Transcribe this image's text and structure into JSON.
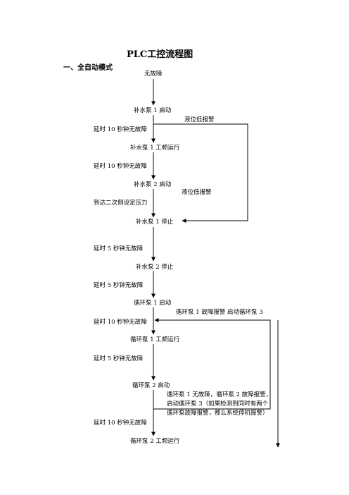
{
  "title": "PLC工控流程图",
  "section": "一、全自动模式",
  "steps": {
    "s1": "无故障",
    "s2": "补水泵 1 启动",
    "s3": "补水泵 1 工频运行",
    "s4": "补水泵 2 启动",
    "s5": "补水泵 1 停止",
    "s6": "补水泵 2 停止",
    "s7": "循环泵 1 启动",
    "s8": "循环泵 1 工频运行",
    "s9": "循环泵 2 启动",
    "s10": "循环泵 2 工频运行"
  },
  "conditions": {
    "c1": "延时 10 秒钟无故障",
    "c2": "延时 10 秒钟无故障",
    "c3": "到达二次侧设定压力",
    "c4": "延时 5 秒钟无故障",
    "c5": "延时 5 秒钟无故障",
    "c6": "延时 10 秒钟无故障",
    "c7": "延时 5 秒钟无故障",
    "c8": "延时 10 秒钟无故障"
  },
  "alarms": {
    "a1": "液位低报警",
    "a2": "液位低报警",
    "a3": "循环泵 1 故障报警 启动循环泵 3",
    "a4_lines": [
      "循环泵 1 无故障，循环泵 2 故障报警，",
      "启动循环泵 3（如果检测到同时有两个",
      "循环泵故障报警，那么系统停机报警）"
    ]
  }
}
